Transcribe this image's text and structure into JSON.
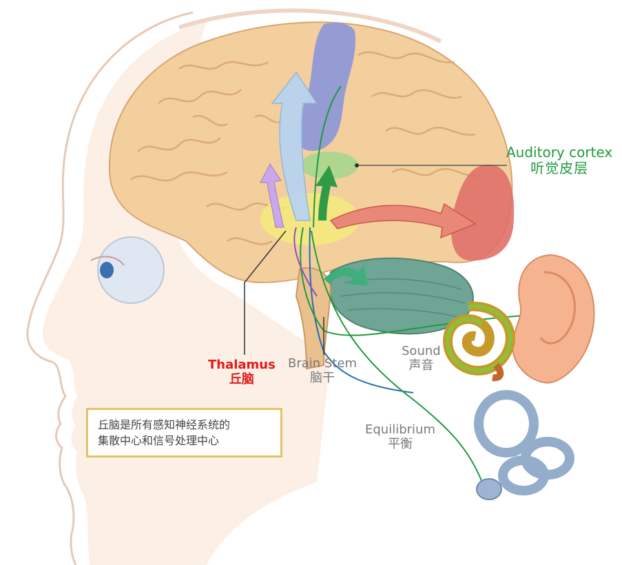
{
  "labels": {
    "auditory_cortex": {
      "en": "Auditory cortex",
      "zh": "听觉皮层"
    },
    "thalamus": {
      "en": "Thalamus",
      "zh": "丘脑"
    },
    "brain_stem": {
      "en": "Brain Stem",
      "zh": "脑干"
    },
    "sound": {
      "en": "Sound",
      "zh": "声音"
    },
    "equilibrium": {
      "en": "Equilibrium",
      "zh": "平衡"
    }
  },
  "info_box": {
    "line1": "丘脑是所有感知神经系统的",
    "line2": "集散中心和信号处理中心"
  },
  "colors": {
    "auditory": "#1f9a3a",
    "thalamus": "#e11b1b",
    "gray_label": "#7a7a7a",
    "box_border": "#e2c36c",
    "brain": "#f3cf9e",
    "motor_area": "#8a96d8",
    "visual_area": "#e0706a",
    "cerebellum": "#6fa595",
    "thalamus_region": "#f4ec7a"
  }
}
